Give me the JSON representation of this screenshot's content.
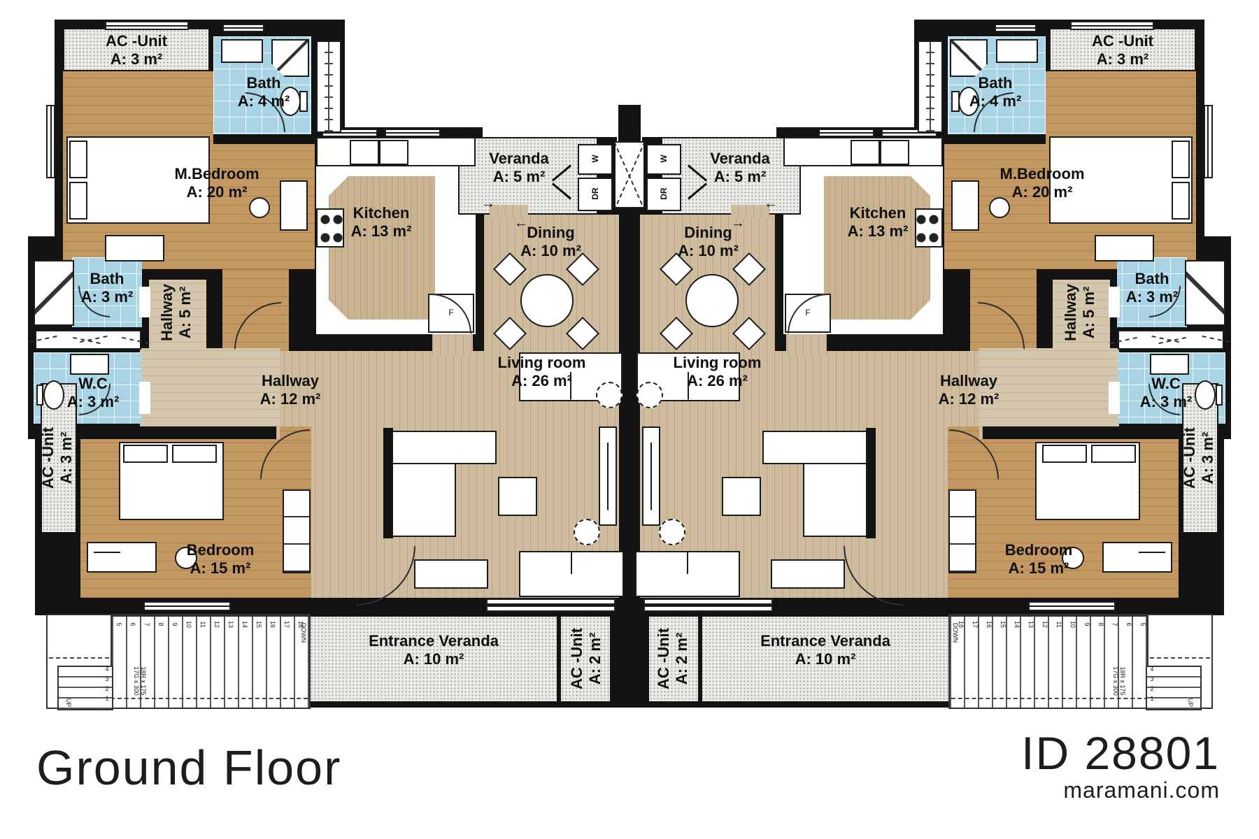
{
  "captions": {
    "floor_label": "Ground Floor",
    "plan_id": "ID 28801",
    "website": "maramani.com"
  },
  "rooms": {
    "ac_unit_top": {
      "name": "AC -Unit",
      "area": "A: 3 m²"
    },
    "bath_main": {
      "name": "Bath",
      "area": "A: 4 m²"
    },
    "m_bedroom": {
      "name": "M.Bedroom",
      "area": "A: 20 m²"
    },
    "kitchen": {
      "name": "Kitchen",
      "area": "A: 13 m²"
    },
    "veranda": {
      "name": "Veranda",
      "area": "A: 5 m²"
    },
    "dining": {
      "name": "Dining",
      "area": "A: 10 m²"
    },
    "living_room": {
      "name": "Living room",
      "area": "A: 26 m²"
    },
    "bath_small": {
      "name": "Bath",
      "area": "A: 3 m²"
    },
    "hallway_small": {
      "name": "Hallway",
      "area": "A: 5 m²"
    },
    "wc": {
      "name": "W.C",
      "area": "A: 3 m²"
    },
    "hallway_main": {
      "name": "Hallway",
      "area": "A: 12 m²"
    },
    "bedroom": {
      "name": "Bedroom",
      "area": "A: 15 m²"
    },
    "ac_unit_side": {
      "name": "AC -Unit",
      "area": "A: 3 m²"
    },
    "entrance_veranda": {
      "name": "Entrance Veranda",
      "area": "A: 10 m²"
    },
    "ac_unit_bottom": {
      "name": "AC -Unit",
      "area": "A: 2 m²"
    }
  },
  "appliances": {
    "fridge": "F",
    "washer": "W",
    "dryer": "DR"
  },
  "stairs": {
    "down_label": "DOWN",
    "up_label": "UP",
    "riser_spec": "18R x 175",
    "going_spec": "17G x 300",
    "main_tread_numbers": [
      "5",
      "6",
      "7",
      "8",
      "9",
      "10",
      "11",
      "12",
      "13",
      "14",
      "15",
      "16",
      "17",
      "18"
    ],
    "lower_tread_numbers": [
      "4",
      "3",
      "2",
      "1"
    ]
  },
  "door_arrows": {
    "right": "→",
    "left": "←"
  },
  "colors": {
    "wall": "#121212",
    "wood_bedroom": "#c49862",
    "wood_living": "#cfbc9e",
    "wood_hallway": "#d4c7ae",
    "tile_blue": "#a9d4e6",
    "veranda_gray": "#ebebe8",
    "background": "#ffffff"
  }
}
